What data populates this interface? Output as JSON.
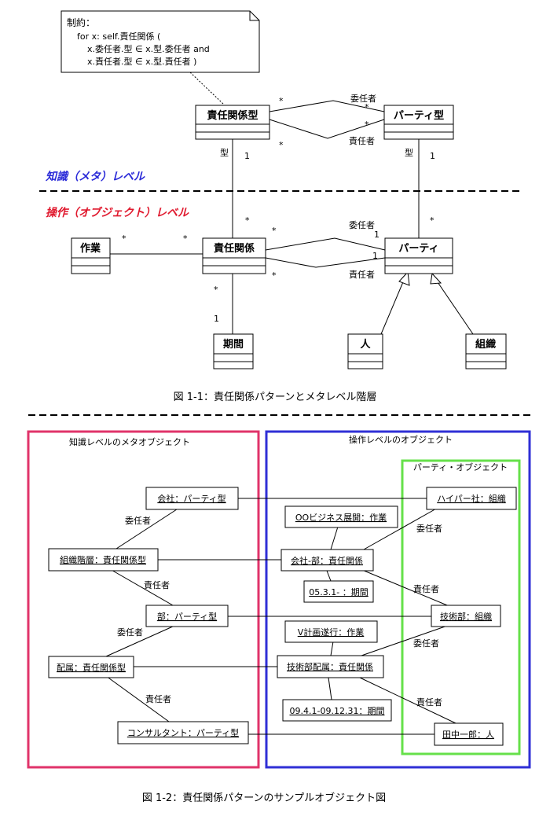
{
  "fig1": {
    "constraint": {
      "line1": "制約：",
      "line2": "for x: self.責任関係 (",
      "line3": "x.委任者.型 ∈ x.型.委任者 and",
      "line4": "x.責任者.型 ∈ x.型.責任者 )"
    },
    "knowledge_level_label": "知識（メタ）レベル",
    "operation_level_label": "操作（オブジェクト）レベル",
    "classes": {
      "resp_type": "責任関係型",
      "party_type": "パーティ型",
      "work": "作業",
      "resp": "責任関係",
      "party": "パーティ",
      "period": "期間",
      "person": "人",
      "org": "組織"
    },
    "labels": {
      "delegator": "委任者",
      "responsible": "責任者",
      "type": "型",
      "many": "*",
      "one": "1"
    },
    "caption": "図 1-1：責任関係パターンとメタレベル階層"
  },
  "fig2": {
    "knowledge_title": "知識レベルのメタオブジェクト",
    "operation_title": "操作レベルのオブジェクト",
    "party_title": "パーティ・オブジェクト",
    "objects": {
      "company_pt": "会社：パーティ型",
      "org_hier": "組織階層：責任関係型",
      "dept_pt": "部：パーティ型",
      "assign_rt": "配属：責任関係型",
      "consultant_pt": "コンサルタント：パーティ型",
      "oo_work": "OOビジネス展開：作業",
      "company_dept_r": "会社-部：責任関係",
      "period1": "05.3.1- ：期間",
      "v_work": "V計画遂行：作業",
      "tech_assign_r": "技術部配属：責任関係",
      "period2": "09.4.1-09.12.31：期間",
      "hyper_org": "ハイパー社：組織",
      "tech_org": "技術部：組織",
      "tanaka": "田中一郎：人"
    },
    "labels": {
      "delegator": "委任者",
      "responsible": "責任者"
    },
    "caption": "図 1-2：責任関係パターンのサンプルオブジェクト図"
  },
  "colors": {
    "knowledge_label": "#2a2ad8",
    "operation_label": "#e0192e",
    "knowledge_frame": "#e0336a",
    "operation_frame": "#2f2fd6",
    "party_frame": "#66e04a"
  }
}
